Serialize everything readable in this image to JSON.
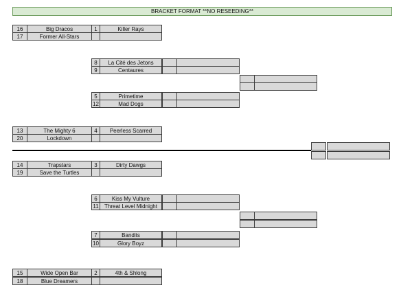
{
  "title": "BRACKET FORMAT **NO RESEEDING**",
  "first_round": [
    {
      "top_seed": "16",
      "top_team": "Big Dracos",
      "bottom_seed": "17",
      "bottom_team": "Former All-Stars",
      "opp_seed": "1",
      "opp_team": "Killer Rays"
    },
    {
      "top_seed": "13",
      "top_team": "The Mighty 6",
      "bottom_seed": "20",
      "bottom_team": "Lockdown",
      "opp_seed": "4",
      "opp_team": "Peerless Scarred"
    },
    {
      "top_seed": "14",
      "top_team": "Trapstars",
      "bottom_seed": "19",
      "bottom_team": "Save the Turtles",
      "opp_seed": "3",
      "opp_team": "Dirty Dawgs"
    },
    {
      "top_seed": "15",
      "top_team": "Wide Open Bar",
      "bottom_seed": "18",
      "bottom_team": "Blue Dreamers",
      "opp_seed": "2",
      "opp_team": "4th & Shlong"
    }
  ],
  "second_round": [
    {
      "seed": "8",
      "team": "La Cité des Jetons"
    },
    {
      "seed": "9",
      "team": "Centaures"
    },
    {
      "seed": "5",
      "team": "Primetime"
    },
    {
      "seed": "12",
      "team": "Mad Dogs"
    },
    {
      "seed": "6",
      "team": "Kiss My Vulture"
    },
    {
      "seed": "11",
      "team": "Threat Level Midnight"
    },
    {
      "seed": "7",
      "team": "Bandits"
    },
    {
      "seed": "10",
      "team": "Glory Boyz"
    }
  ]
}
